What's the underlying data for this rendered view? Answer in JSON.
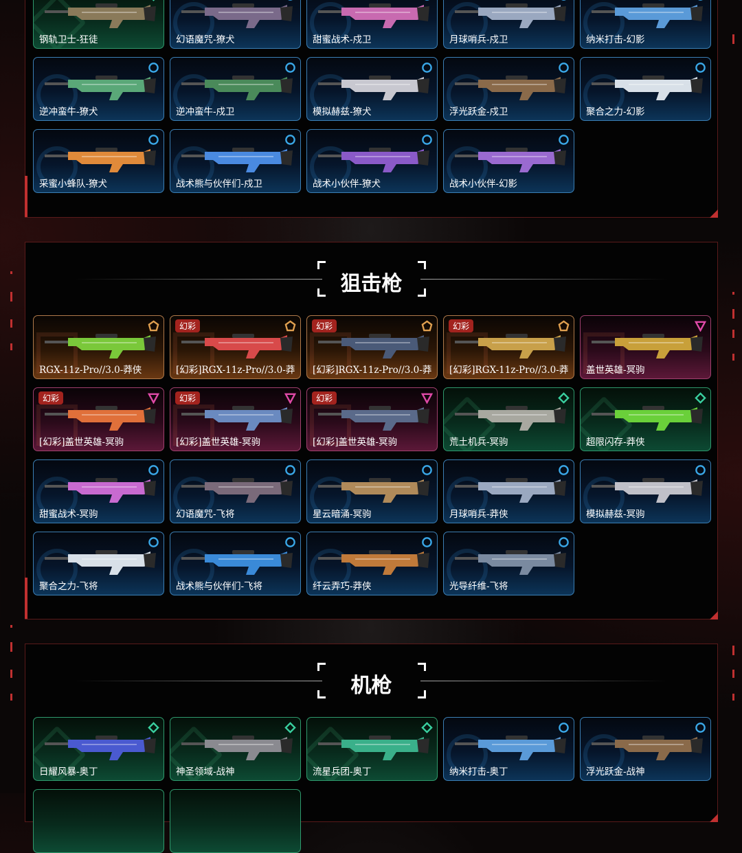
{
  "sections": [
    {
      "title": "",
      "cards": [
        {
          "name": "钢轨卫士-狂徒",
          "rarity": "green",
          "color": "#8a7a5a"
        },
        {
          "name": "幻语魔咒-獠犬",
          "rarity": "blue",
          "color": "#7a6a8a"
        },
        {
          "name": "甜蜜战术-戍卫",
          "rarity": "blue",
          "color": "#c86ab0"
        },
        {
          "name": "月球哨兵-戍卫",
          "rarity": "blue",
          "color": "#9aa8c0"
        },
        {
          "name": "纳米打击-幻影",
          "rarity": "blue",
          "color": "#5a9ad8"
        },
        {
          "name": "逆冲蛮牛-獠犬",
          "rarity": "blue",
          "color": "#5aa878"
        },
        {
          "name": "逆冲蛮牛-戍卫",
          "rarity": "blue",
          "color": "#4a8a5a"
        },
        {
          "name": "模拟赫兹-獠犬",
          "rarity": "blue",
          "color": "#c8c8d0"
        },
        {
          "name": "浮光跃金-戍卫",
          "rarity": "blue",
          "color": "#8a6a4a"
        },
        {
          "name": "聚合之力-幻影",
          "rarity": "blue",
          "color": "#d8e0e8"
        },
        {
          "name": "采蜜小蜂队-獠犬",
          "rarity": "blue",
          "color": "#e08a3a"
        },
        {
          "name": "战术熊与伙伴们-戍卫",
          "rarity": "blue",
          "color": "#4a8ae0"
        },
        {
          "name": "战术小伙伴-獠犬",
          "rarity": "blue",
          "color": "#8a5ac8"
        },
        {
          "name": "战术小伙伴-幻影",
          "rarity": "blue",
          "color": "#9a6ad0"
        }
      ]
    },
    {
      "title": "狙击枪",
      "cards": [
        {
          "name": "RGX-11z-Pro//3.0-莽侠",
          "rarity": "gold",
          "color": "#7ac83a"
        },
        {
          "name": "[幻彩]RGX-11z-Pro//3.0-莽",
          "rarity": "gold",
          "tag": "幻彩",
          "color": "#d84a4a"
        },
        {
          "name": "[幻彩]RGX-11z-Pro//3.0-莽",
          "rarity": "gold",
          "tag": "幻彩",
          "color": "#4a5a78"
        },
        {
          "name": "[幻彩]RGX-11z-Pro//3.0-莽",
          "rarity": "gold",
          "tag": "幻彩",
          "color": "#c8a04a"
        },
        {
          "name": "盖世英雄-冥驹",
          "rarity": "pink",
          "color": "#c8a03a"
        },
        {
          "name": "[幻彩]盖世英雄-冥驹",
          "rarity": "pink",
          "tag": "幻彩",
          "color": "#e0703a"
        },
        {
          "name": "[幻彩]盖世英雄-冥驹",
          "rarity": "pink",
          "tag": "幻彩",
          "color": "#6a8ac0"
        },
        {
          "name": "[幻彩]盖世英雄-冥驹",
          "rarity": "pink",
          "tag": "幻彩",
          "color": "#5a6a8a"
        },
        {
          "name": "荒土机兵-冥驹",
          "rarity": "green",
          "color": "#a8a8a0"
        },
        {
          "name": "超限闪存-莽侠",
          "rarity": "green",
          "color": "#6ad03a"
        },
        {
          "name": "甜蜜战术-冥驹",
          "rarity": "blue",
          "color": "#c86ad0"
        },
        {
          "name": "幻语魔咒-飞将",
          "rarity": "blue",
          "color": "#7a6a7a"
        },
        {
          "name": "星云暗涌-冥驹",
          "rarity": "blue",
          "color": "#b08a5a"
        },
        {
          "name": "月球哨兵-莽侠",
          "rarity": "blue",
          "color": "#9aa8c0"
        },
        {
          "name": "模拟赫兹-冥驹",
          "rarity": "blue",
          "color": "#c0c0c8"
        },
        {
          "name": "聚合之力-飞将",
          "rarity": "blue",
          "color": "#d8e0e8"
        },
        {
          "name": "战术熊与伙伴们-飞将",
          "rarity": "blue",
          "color": "#3a8ad8"
        },
        {
          "name": "纤云弄巧-莽侠",
          "rarity": "blue",
          "color": "#c07a3a"
        },
        {
          "name": "光导纤维-飞将",
          "rarity": "blue",
          "color": "#7a8aa0"
        }
      ]
    },
    {
      "title": "机枪",
      "cards": [
        {
          "name": "日耀风暴-奥丁",
          "rarity": "green",
          "color": "#4a5ad0"
        },
        {
          "name": "神圣领域-战神",
          "rarity": "green",
          "color": "#8a8a90"
        },
        {
          "name": "流星兵团-奥丁",
          "rarity": "green",
          "color": "#3ab08a"
        },
        {
          "name": "纳米打击-奥丁",
          "rarity": "blue",
          "color": "#5a9ad8"
        },
        {
          "name": "浮光跃金-战神",
          "rarity": "blue",
          "color": "#8a6a4a"
        }
      ]
    }
  ]
}
